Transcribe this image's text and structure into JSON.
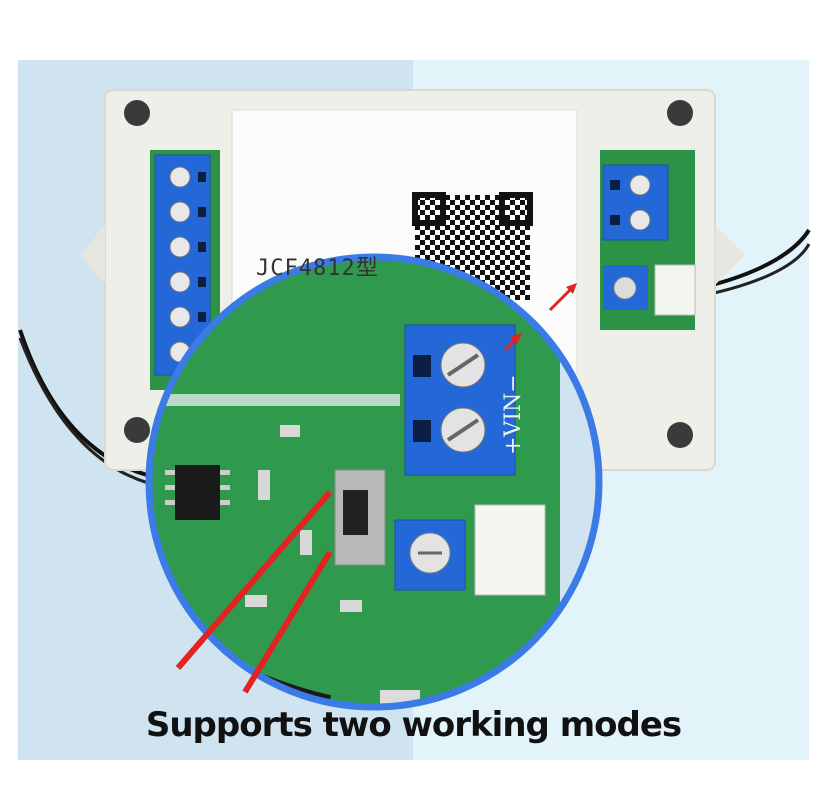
{
  "image": {
    "caption": "Supports two working modes",
    "board_label": "JCF4812型",
    "terminal_label": "+VIN−",
    "colors": {
      "background_left": "#cfe3f1",
      "background_right": "#e3f3fa",
      "enclosure": "#efefe9",
      "pcb_green": "#2f9a4e",
      "terminal_blue": "#2468d8",
      "magnifier_ring": "#3b7be6",
      "arrow_red": "#e32222",
      "caption_text": "#111111"
    }
  }
}
